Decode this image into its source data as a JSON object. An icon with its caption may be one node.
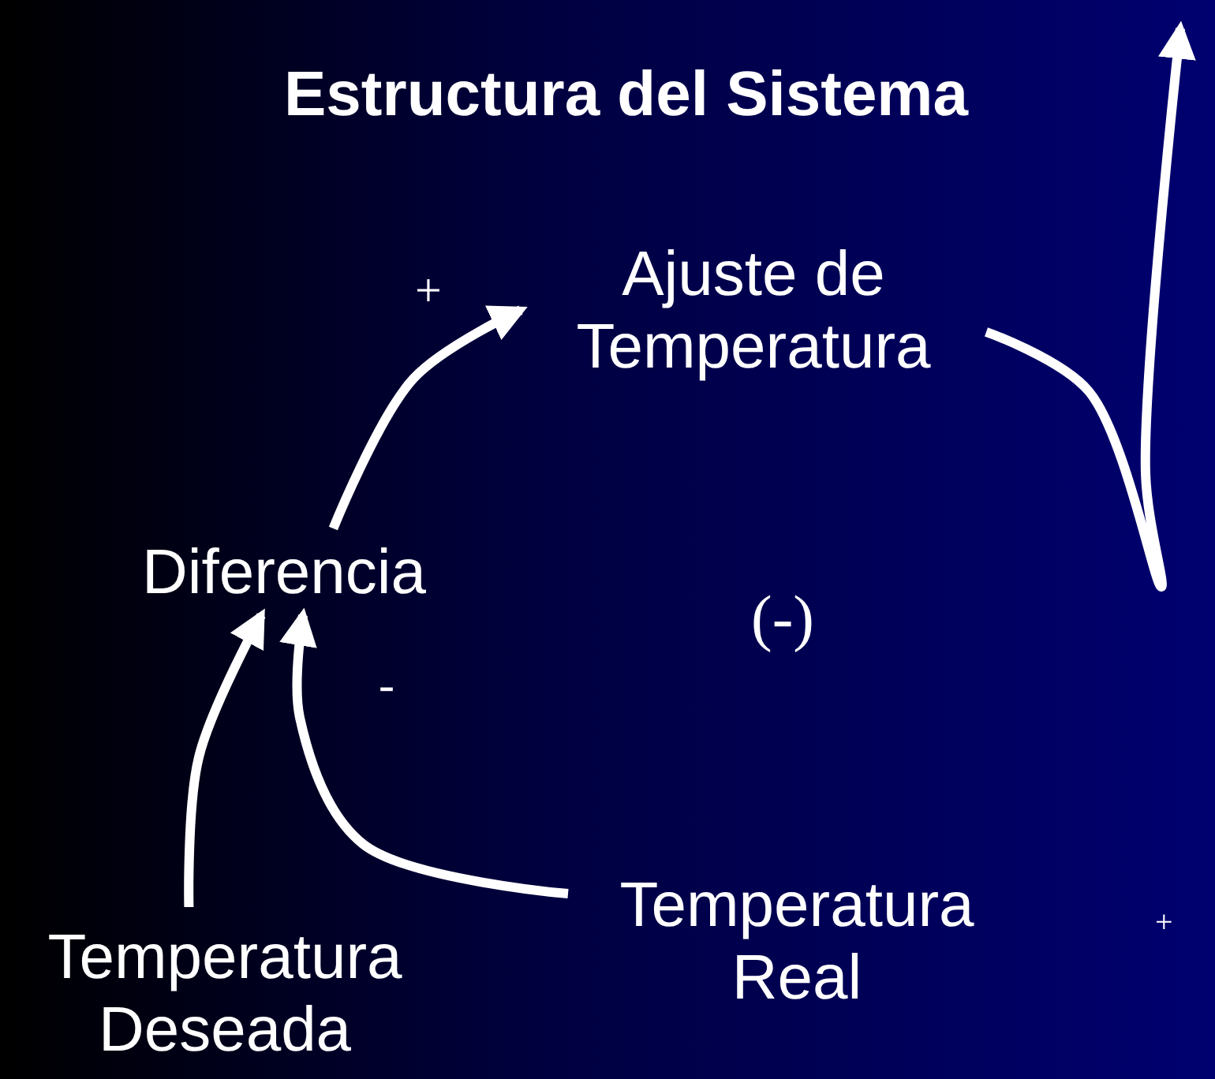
{
  "diagram": {
    "title": "Estructura del Sistema",
    "nodes": [
      {
        "text": [
          "Diferencia"
        ]
      },
      {
        "text": [
          "Ajuste de Temperatura"
        ]
      },
      {
        "text": [
          "Temperatura Real"
        ]
      },
      {
        "text": [
          "Temperatura Deseada"
        ]
      }
    ],
    "edges": [
      {
        "from": 3,
        "to": 0,
        "arrow": "to"
      },
      {
        "from": 2,
        "to": 0,
        "arrow": "to",
        "label": "-"
      },
      {
        "from": 0,
        "to": 1,
        "arrow": "to",
        "label": "+"
      },
      {
        "from": 1,
        "to": null,
        "arrow": "to"
      }
    ],
    "labels": [
      "(-)",
      "+"
    ]
  }
}
